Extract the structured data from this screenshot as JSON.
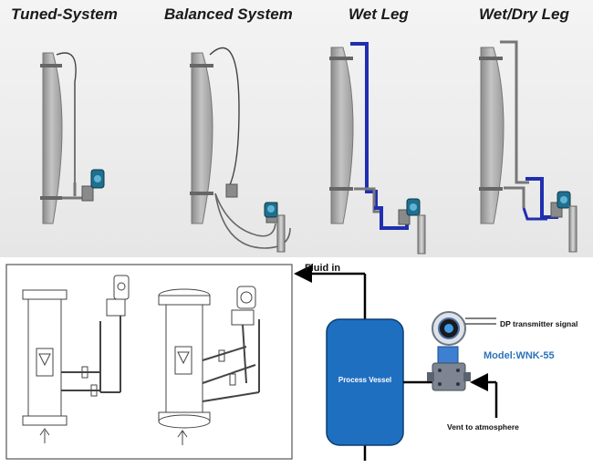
{
  "configurations": [
    {
      "id": "tuned",
      "title": "Tuned-System"
    },
    {
      "id": "balanced",
      "title": "Balanced System"
    },
    {
      "id": "wet",
      "title": "Wet Leg"
    },
    {
      "id": "wetdry",
      "title": "Wet/Dry Leg"
    }
  ],
  "schematic": {
    "fluid_in": "Fluid in",
    "vessel": "Process Vessel",
    "signal": "DP transmitter signal",
    "model": "Model:WNK-55",
    "vent": "Vent to atmosphere"
  },
  "colors": {
    "vessel_blue": "#1f6fc0",
    "wet_leg_blue": "#1f2fb0",
    "model_blue": "#2c73b8",
    "tank_gray": "#a9a9a9"
  }
}
